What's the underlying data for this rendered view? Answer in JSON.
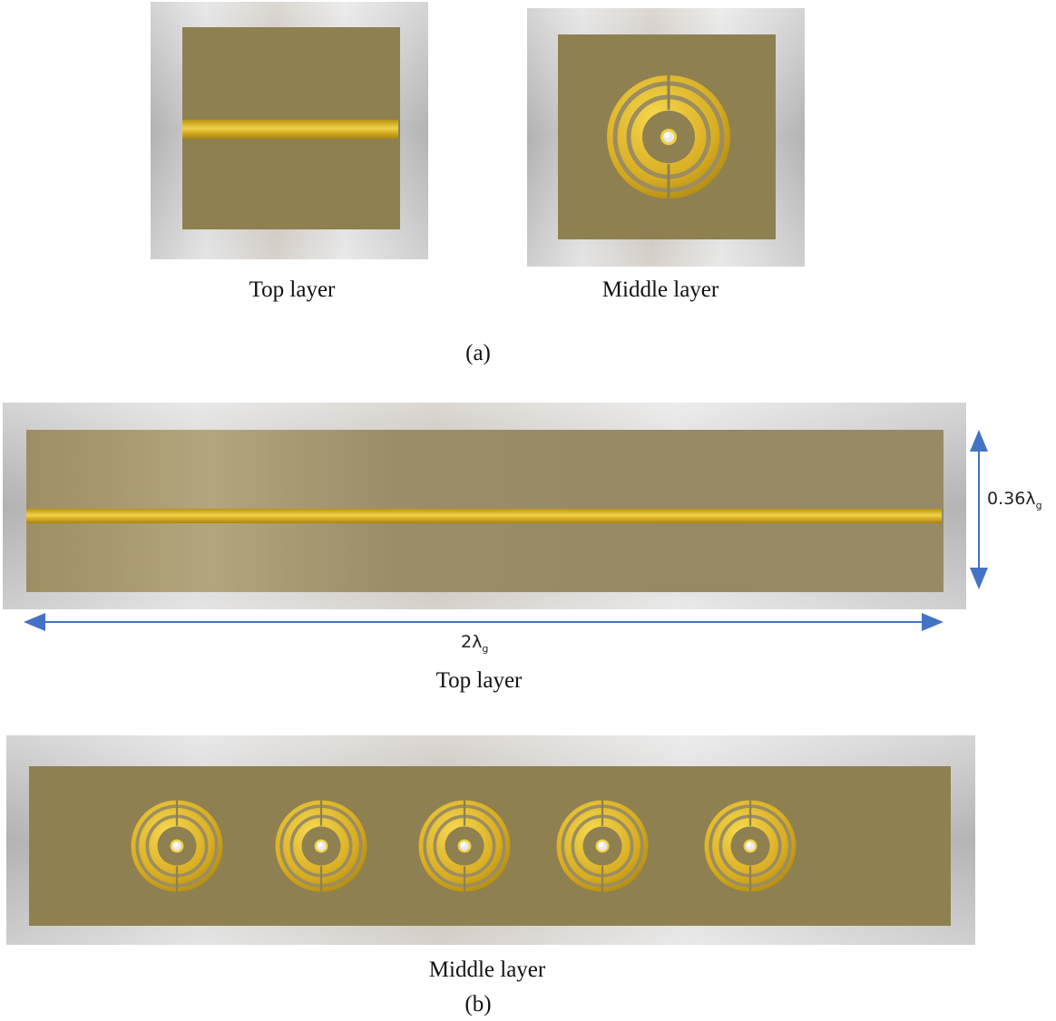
{
  "figure_a": {
    "top_caption": "Top layer",
    "middle_caption": "Middle layer",
    "label": "(a)"
  },
  "figure_b": {
    "top_caption": "Top layer",
    "middle_caption": "Middle layer",
    "label": "(b)",
    "width_dim": {
      "value": "2λ",
      "sub": "g"
    },
    "height_dim": {
      "value": "0.36λ",
      "sub": "g"
    },
    "resonator_count": 5
  },
  "colors": {
    "substrate": "#8e8050",
    "copper_light": "#f3d34b",
    "copper_dark": "#b8920f",
    "frame": "#cfcfcf",
    "dimension_arrow": "#4472c4"
  }
}
